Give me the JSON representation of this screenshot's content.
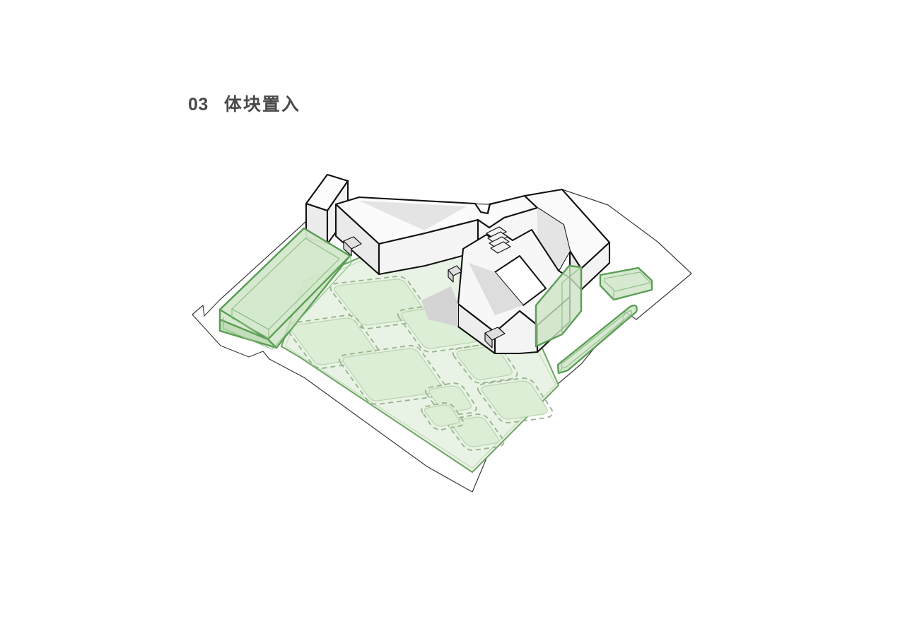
{
  "slide": {
    "background_color": "#ffffff",
    "title": {
      "number": "03",
      "text": "体块置入",
      "color": "#4a4a4a"
    }
  },
  "diagram": {
    "name": "axonometric-massing-diagram",
    "type": "architectural-axonometric",
    "description_label": "体块置入",
    "palette": {
      "building_fill": "#f7f7f7",
      "building_fill_shade": "#ebebeb",
      "building_fill_dark": "#d9d9d9",
      "building_outline": "#111111",
      "site_outline": "#3a3a3a",
      "green_volume_fill": "#cde3c5",
      "green_volume_stroke": "#5b9e55",
      "green_zone_fill": "#e8f2e4",
      "green_zone_stroke": "#6fa567",
      "plot_fill": "#dceed5",
      "plot_dash_stroke": "#9ab68f",
      "plot_inner_stroke": "#bcd4b2"
    },
    "elements": {
      "site_boundary_label": "site-boundary",
      "green_zone_label": "green-landscape-zone",
      "green_volumes": [
        "green-volume-west-bar",
        "green-volume-east-wedge",
        "green-volume-north-bar",
        "green-volume-south-bar"
      ],
      "white_volumes": [
        "tower-block-northwest",
        "main-bar-north",
        "wing-bar-east",
        "courtyard-block-center",
        "slab-block-northeast",
        "stair-steps-center"
      ],
      "plot_count": 9
    }
  }
}
